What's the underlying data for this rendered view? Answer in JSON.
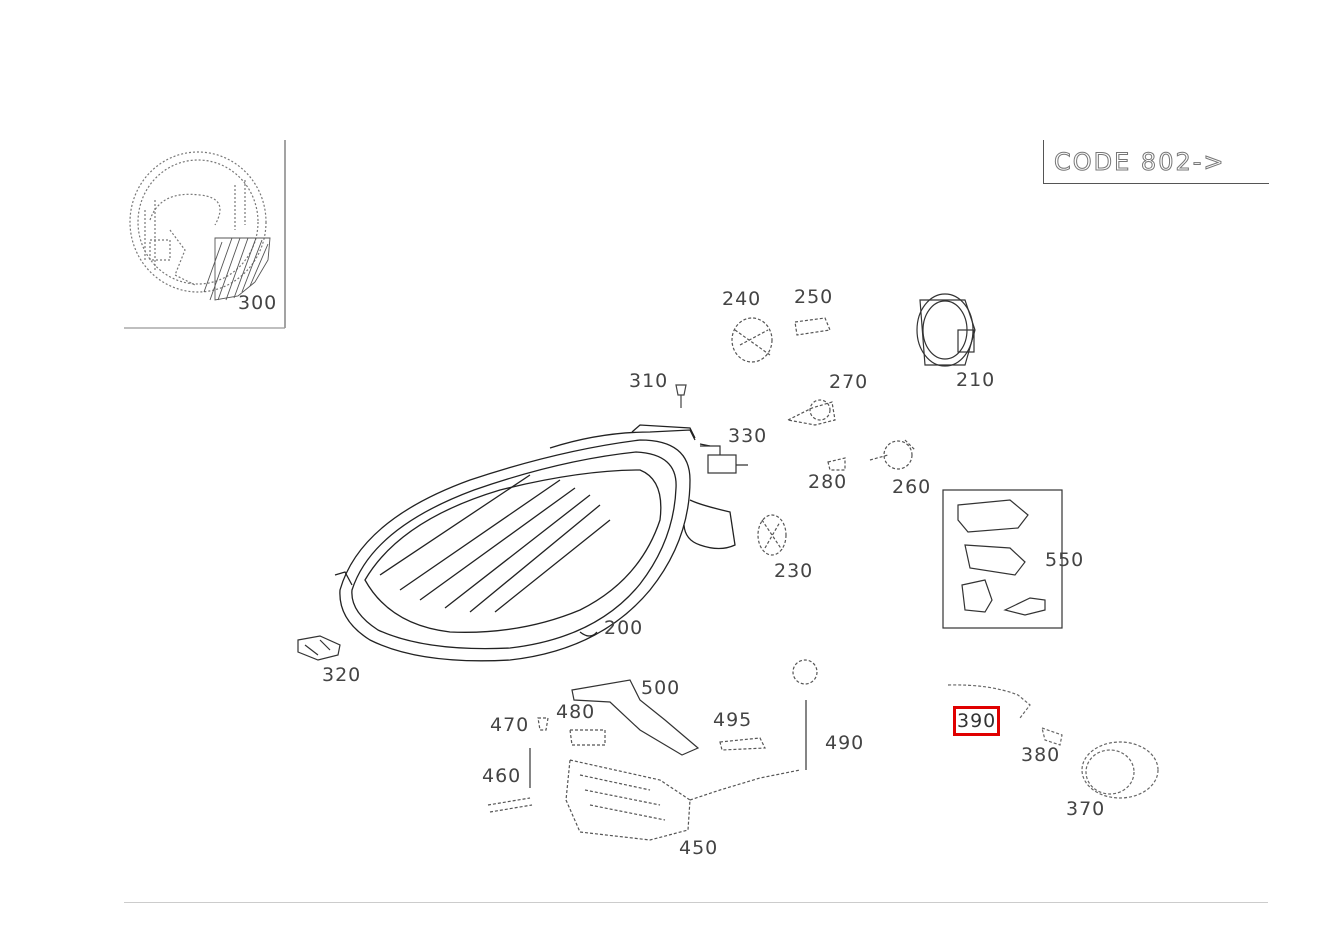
{
  "code_label": "CODE 802->",
  "highlighted_part": "390",
  "callouts": {
    "p200": "200",
    "p210": "210",
    "p230": "230",
    "p240": "240",
    "p250": "250",
    "p260": "260",
    "p270": "270",
    "p280": "280",
    "p300": "300",
    "p310": "310",
    "p320": "320",
    "p330": "330",
    "p370": "370",
    "p380": "380",
    "p390": "390",
    "p450": "450",
    "p460": "460",
    "p470": "470",
    "p480": "480",
    "p490": "490",
    "p495": "495",
    "p500": "500",
    "p550": "550"
  }
}
